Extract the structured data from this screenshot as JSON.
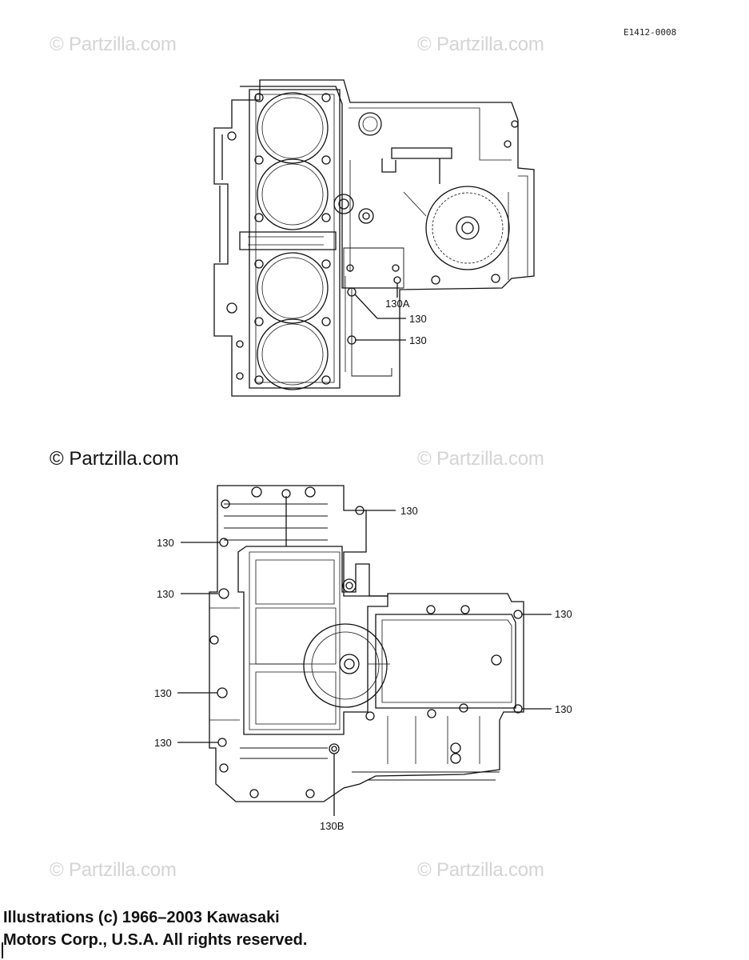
{
  "reference_code": "E1412-0008",
  "watermarks": {
    "faint": [
      "© Partzilla.com",
      "© Partzilla.com",
      "© Partzilla.com",
      "© Partzilla.com",
      "© Partzilla.com"
    ],
    "prominent": "© Partzilla.com"
  },
  "diagram_top": {
    "callouts": [
      "130A",
      "130",
      "130"
    ]
  },
  "diagram_bottom": {
    "callouts": [
      "130",
      "130",
      "130",
      "130",
      "130",
      "130",
      "130",
      "130B"
    ]
  },
  "footer": {
    "line1": "Illustrations (c) 1966–2003 Kawasaki",
    "line2": "Motors Corp., U.S.A.  All rights reserved."
  }
}
